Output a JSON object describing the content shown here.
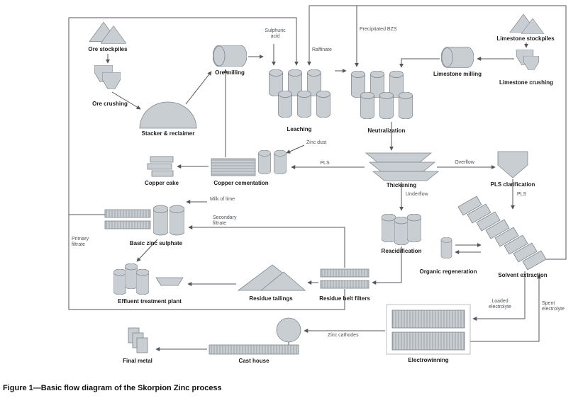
{
  "figure_caption": "Figure 1—Basic flow diagram of the Skorpion Zinc process",
  "nodes": {
    "ore_stockpiles": "Ore stockpiles",
    "ore_crushing": "Ore crushing",
    "stacker_reclaimer": "Stacker & reclaimer",
    "ore_milling": "Ore milling",
    "leaching": "Leaching",
    "neutralization": "Neutralization",
    "limestone_stockpiles": "Limestone stockpiles",
    "limestone_crushing": "Limestone crushing",
    "limestone_milling": "Limestone milling",
    "thickening": "Thickening",
    "pls_clarification": "PLS clarification",
    "copper_cementation": "Copper cementation",
    "copper_cake": "Copper cake",
    "basic_zinc_sulphate": "Basic zinc sulphate",
    "reacidification": "Reacidification",
    "organic_regeneration": "Organic regeneration",
    "solvent_extraction": "Solvent extraction",
    "effluent_treatment_plant": "Effluent treatment plant",
    "residue_tailings": "Residue tailings",
    "residue_belt_filters": "Residue belt filters",
    "electrowinning": "Electrowinning",
    "cast_house": "Cast house",
    "final_metal": "Final metal"
  },
  "streams": {
    "sulphuric_acid": "Sulphuric acid",
    "raffinate": "Raffinate",
    "precipitated_bzs": "Precipitated BZS",
    "zinc_dust": "Zinc dust",
    "pls_to_cementation": "PLS",
    "overflow": "Overflow",
    "pls_to_sx": "PLS",
    "underflow": "Underflow",
    "milk_of_lime": "Milk of lime",
    "secondary_filtrate": "Secondary filtrate",
    "primary_filtrate": "Primary filtrate",
    "loaded_electrolyte": "Loaded electrolyte",
    "spent_electrolyte": "Spent electrolyte",
    "zinc_cathodes": "Zinc cathodes"
  },
  "colors": {
    "shape_fill": "#c9ced2",
    "shape_stroke": "#7e868d",
    "line_color": "#51565b",
    "hatch_color": "#8a9096",
    "label_color": "#1c1c1c",
    "stream_label_color": "#4d5257",
    "box_stroke": "#a7adb2"
  }
}
